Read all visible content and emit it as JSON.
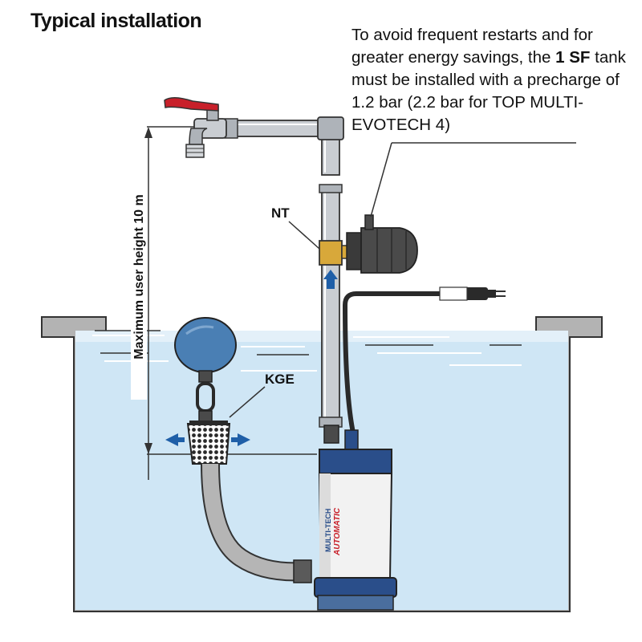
{
  "title": "Typical installation",
  "note": {
    "before": "To avoid frequent restarts and for greater energy savings, the ",
    "bold": "1 SF",
    "after": " tank must be installed with a precharge of 1.2 bar (2.2 bar for TOP MULTI-EVOTECH 4)"
  },
  "labels": {
    "nt": "NT",
    "kge": "KGE",
    "height": "Maximum user height 10 m",
    "pump_brand": "MULTI-TECH",
    "pump_model": "AUTOMATIC"
  },
  "colors": {
    "water": "#cfe6f5",
    "wall": "#b3b3b3",
    "pipe": "#c9cdd2",
    "tank_blue": "#4a7fb4",
    "valve_red": "#c8202a",
    "brass": "#d8a83a",
    "pump_navy": "#2a4e8a",
    "arrow_blue": "#1f5fa8"
  },
  "icons": [
    "tap-icon",
    "power-plug-icon",
    "flow-arrow-icon"
  ]
}
